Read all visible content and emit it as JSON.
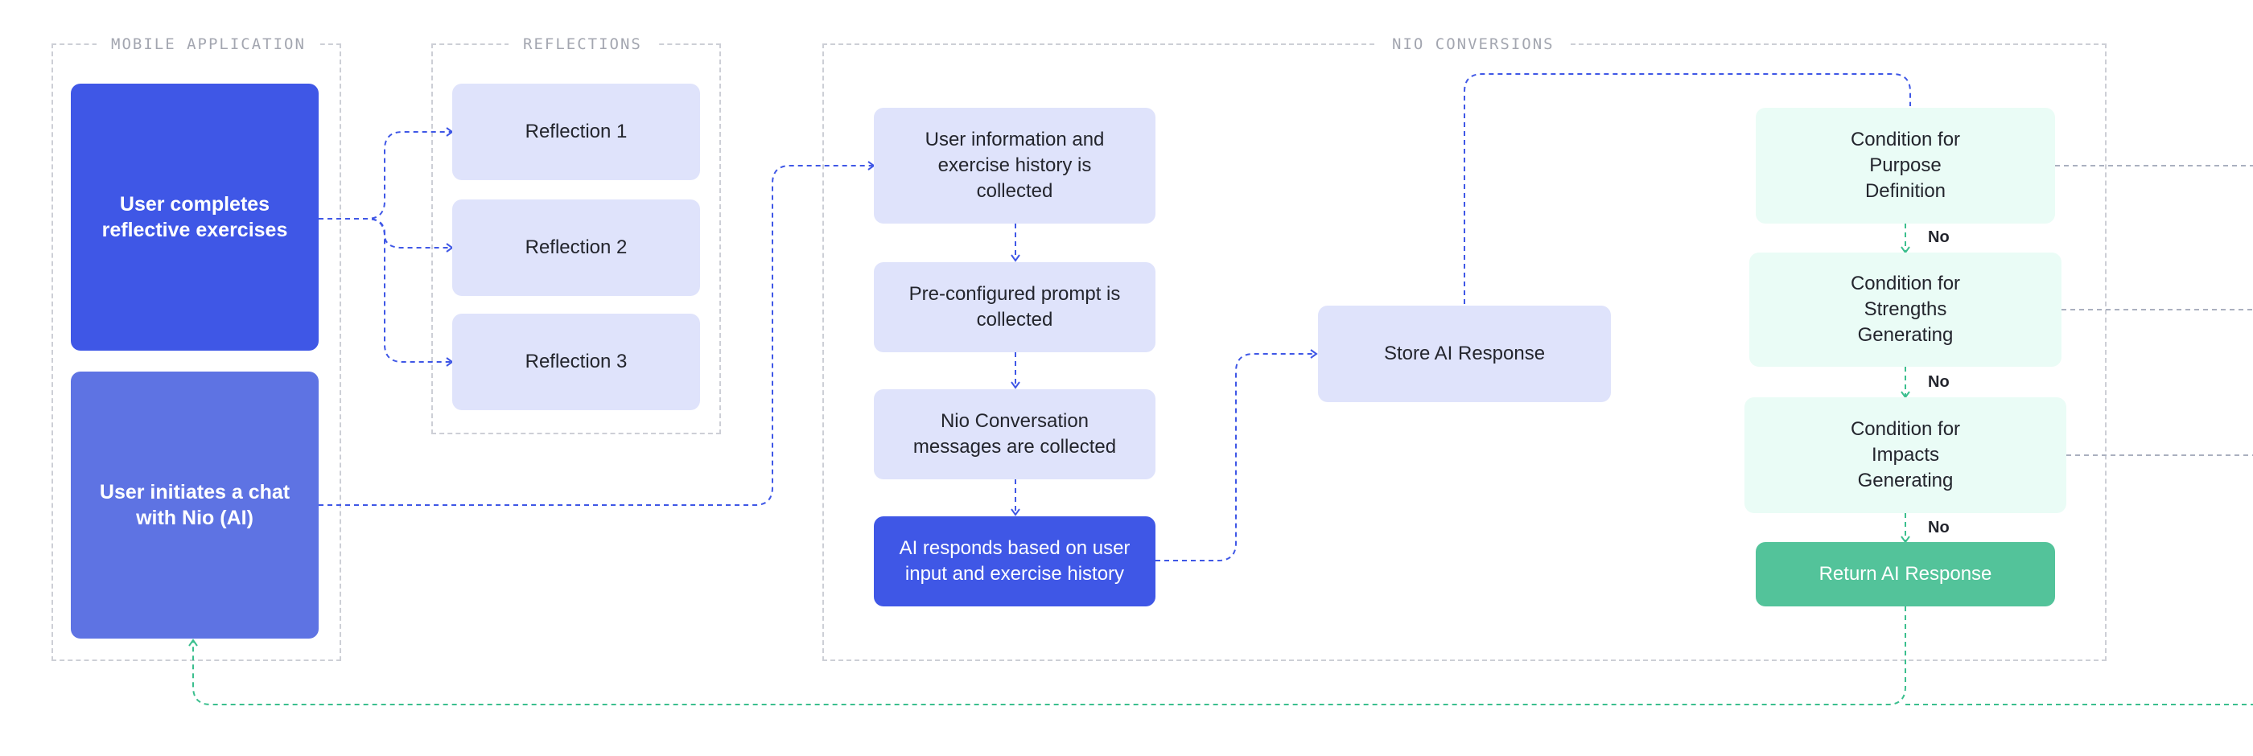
{
  "groups": {
    "mobile": "MOBILE APPLICATION",
    "reflections": "REFLECTIONS",
    "nio": "NIO CONVERSIONS"
  },
  "nodes": {
    "user_completes": "User completes\nreflective exercises",
    "user_initiates": "User initiates a chat\nwith Nio (AI)",
    "reflection_1": "Reflection 1",
    "reflection_2": "Reflection 2",
    "reflection_3": "Reflection 3",
    "user_info": "User information and\nexercise history is\ncollected",
    "preconfigured": "Pre-configured prompt is\ncollected",
    "nio_messages": "Nio Conversation\nmessages are collected",
    "ai_responds": "AI responds based on user\ninput and exercise history",
    "store": "Store AI Response",
    "cond_purpose": "Condition for\nPurpose\nDefinition",
    "cond_strengths": "Condition for\nStrengths\nGenerating",
    "cond_impacts": "Condition for\nImpacts\nGenerating",
    "return": "Return AI Response"
  },
  "edge_labels": {
    "no_1": "No",
    "no_2": "No",
    "no_3": "No"
  },
  "colors": {
    "blue_wire": "#3f57e6",
    "green_wire": "#3bbf8e",
    "grey_wire": "#aab0bf"
  }
}
